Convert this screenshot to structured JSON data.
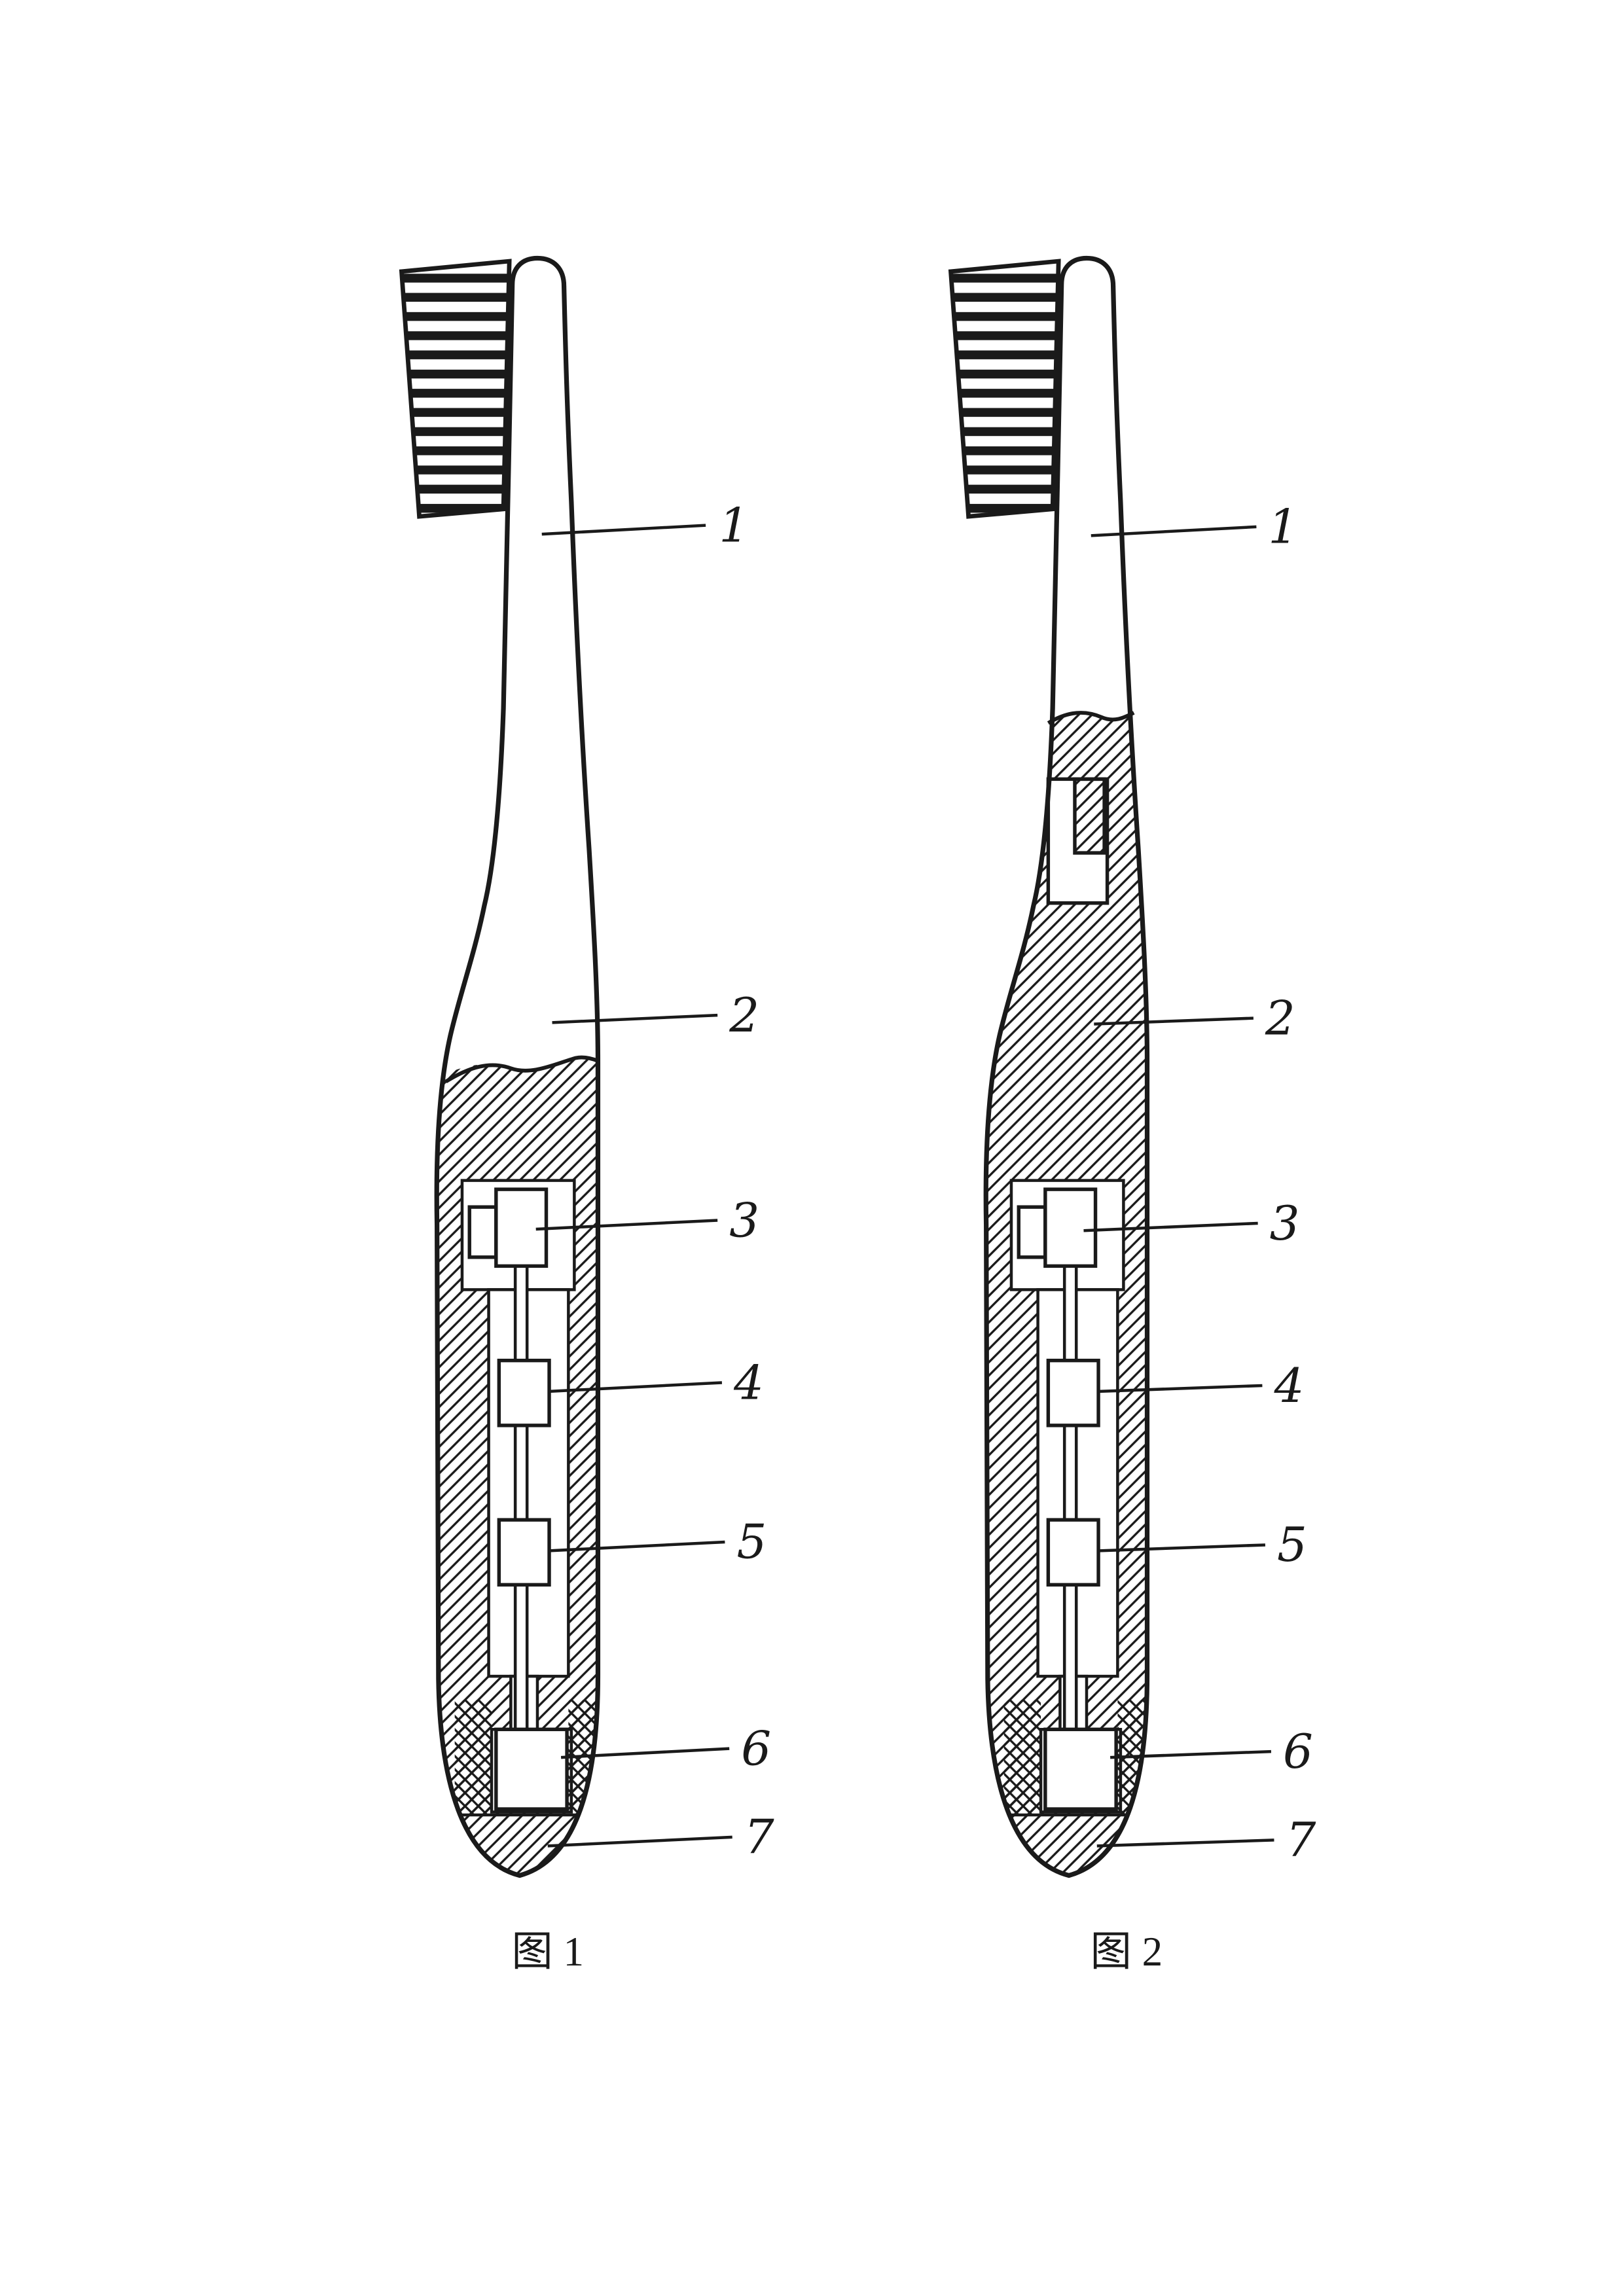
{
  "page": {
    "background": "#ffffff",
    "line_color": "#1a1a1a"
  },
  "figures": [
    {
      "id": "figure-1",
      "caption": "图 1",
      "labels": [
        {
          "text": "1"
        },
        {
          "text": "2"
        },
        {
          "text": "3"
        },
        {
          "text": "4"
        },
        {
          "text": "5"
        },
        {
          "text": "6"
        },
        {
          "text": "7"
        }
      ]
    },
    {
      "id": "figure-2",
      "caption": "图 2",
      "labels": [
        {
          "text": "1"
        },
        {
          "text": "2"
        },
        {
          "text": "3"
        },
        {
          "text": "4"
        },
        {
          "text": "5"
        },
        {
          "text": "6"
        },
        {
          "text": "7"
        }
      ]
    }
  ]
}
